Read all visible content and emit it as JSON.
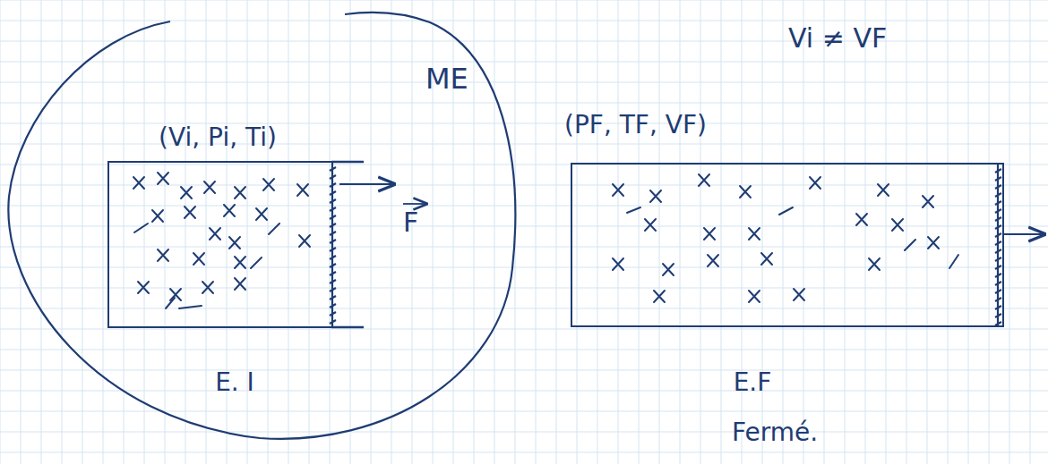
{
  "diagram": {
    "nodes": [
      {
        "text": [
          "ME"
        ]
      },
      {
        "text": [
          "(Vi, Pi, Ti)",
          "E. I"
        ],
        "in": 0
      },
      {
        "text": [
          "(PF, TF, VF)",
          "E.F",
          "Fermé."
        ]
      }
    ],
    "labels": [
      "Vi ≠ VF",
      "F"
    ]
  }
}
